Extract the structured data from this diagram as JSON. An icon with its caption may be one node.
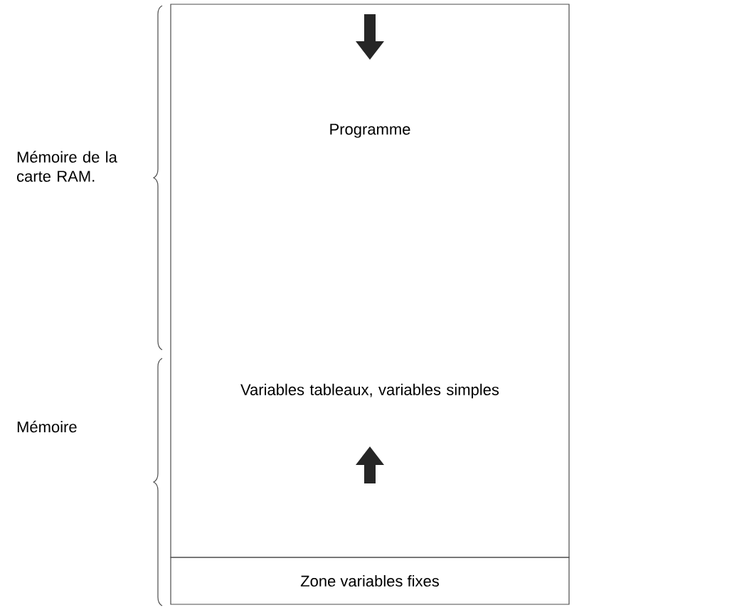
{
  "diagram": {
    "nodes": [
      {
        "text": [
          "Programme",
          "Variables tableaux, variables simples"
        ]
      },
      {
        "text": [
          "Zone variables fixes"
        ]
      }
    ],
    "labels": [
      "Mémoire de la carte RAM.",
      "Mémoire"
    ]
  }
}
